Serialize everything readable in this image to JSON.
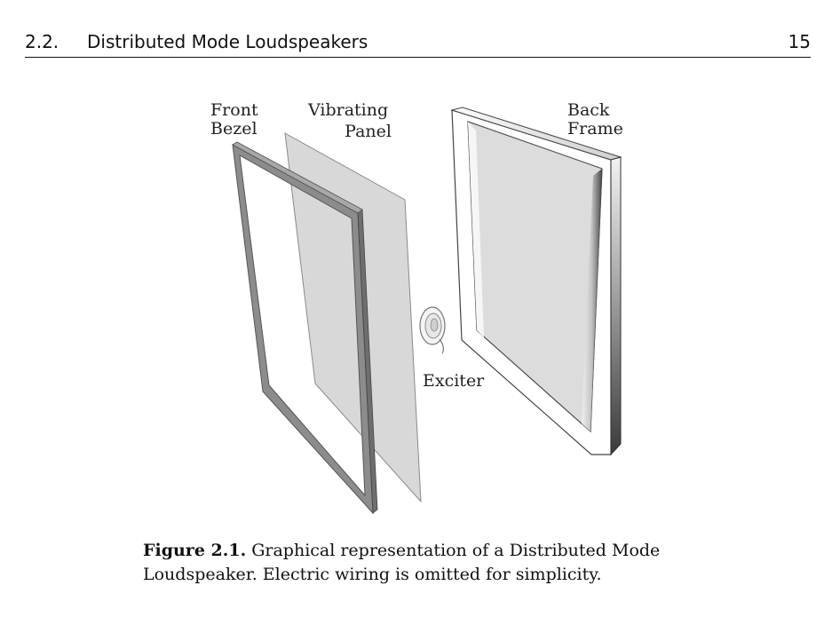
{
  "header": {
    "section_number": "2.2.",
    "section_title": "Distributed Mode Loudspeakers",
    "page_number": "15"
  },
  "figure": {
    "labels": {
      "front_bezel": [
        "Front",
        "Bezel"
      ],
      "vibrating_panel": [
        "Vibrating",
        "Panel"
      ],
      "back_frame": [
        "Back",
        "Frame"
      ],
      "exciter": "Exciter"
    }
  },
  "caption": {
    "label": "Figure 2.1.",
    "text_line1": "Graphical representation of a Distributed Mode",
    "text_line2": "Loudspeaker. Electric wiring is omitted for simplicity."
  }
}
